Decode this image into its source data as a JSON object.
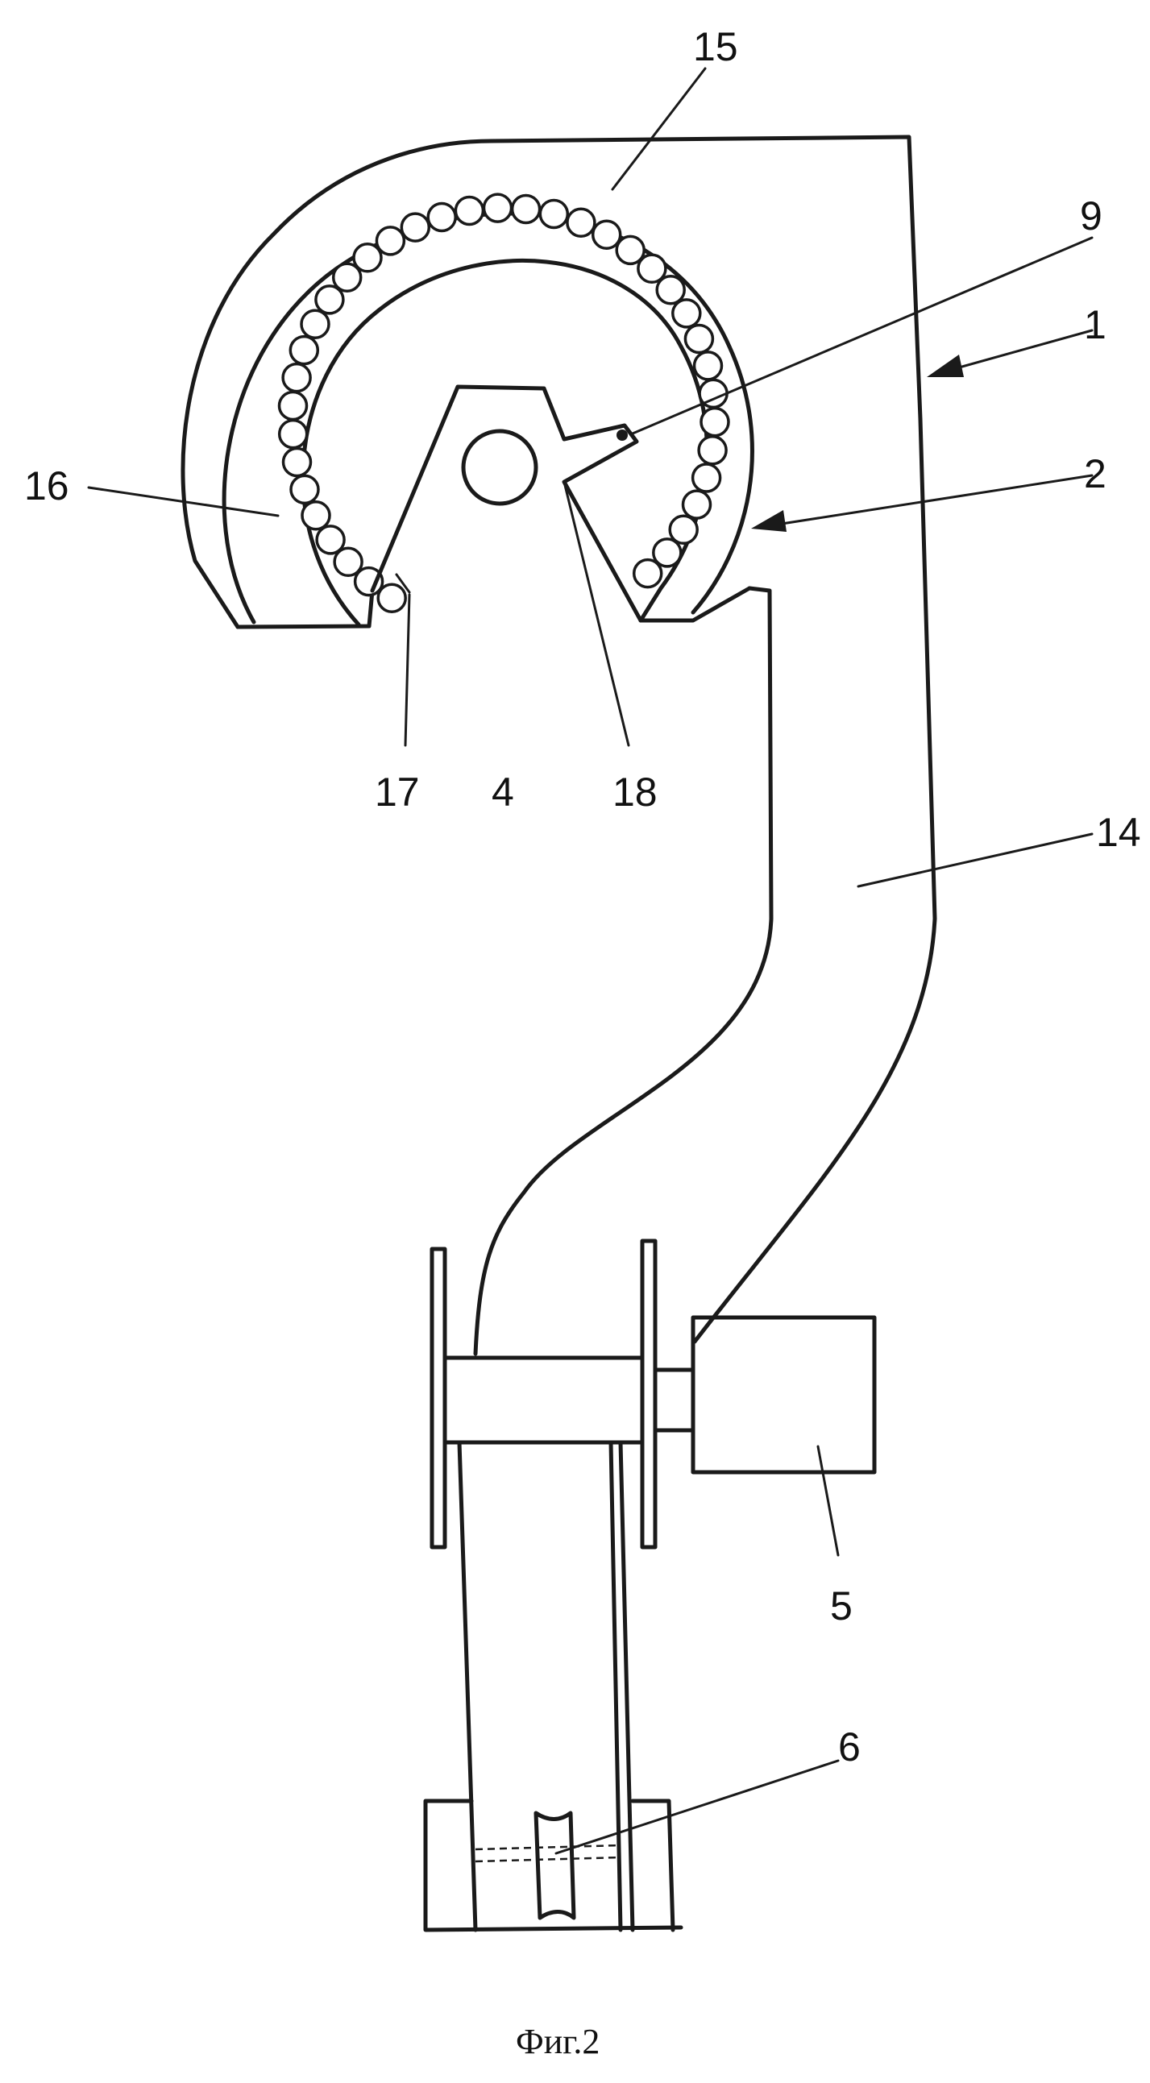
{
  "figure": {
    "caption": "Фиг.2",
    "ball_count": 38
  },
  "labels": {
    "l1": "1",
    "l2": "2",
    "l4": "4",
    "l5": "5",
    "l6": "6",
    "l9": "9",
    "l14": "14",
    "l15": "15",
    "l16": "16",
    "l17": "17",
    "l18": "18"
  }
}
